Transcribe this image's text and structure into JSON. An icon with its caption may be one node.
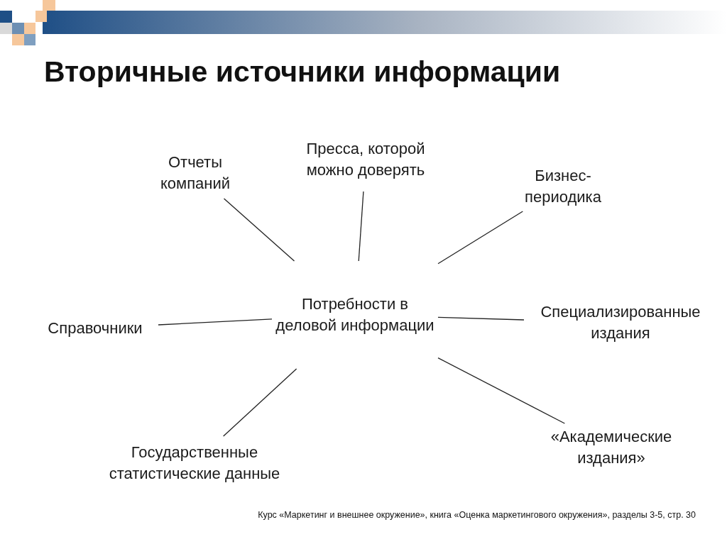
{
  "diagram": {
    "title": "Вторичные источники информации",
    "caption": "Курс «Маркетинг и внешнее окружение», книга «Оценка маркетингового окружения», разделы 3-5, стр. 30",
    "nodes": [
      {
        "text": [
          "Потребности в деловой информации"
        ]
      },
      {
        "text": [
          "Отчеты компаний"
        ]
      },
      {
        "text": [
          "Пресса, которой можно доверять"
        ]
      },
      {
        "text": [
          "Бизнес-периодика"
        ]
      },
      {
        "text": [
          "Справочники"
        ]
      },
      {
        "text": [
          "Специализированные издания"
        ]
      },
      {
        "text": [
          "Государственные статистические данные"
        ]
      },
      {
        "text": [
          "«Академические издания»"
        ]
      }
    ],
    "edges": [
      {
        "from": 0,
        "to": 1,
        "arrow": "none"
      },
      {
        "from": 0,
        "to": 2,
        "arrow": "none"
      },
      {
        "from": 0,
        "to": 3,
        "arrow": "none"
      },
      {
        "from": 0,
        "to": 4,
        "arrow": "none"
      },
      {
        "from": 0,
        "to": 5,
        "arrow": "none"
      },
      {
        "from": 0,
        "to": 6,
        "arrow": "none"
      },
      {
        "from": 0,
        "to": 7,
        "arrow": "none"
      }
    ]
  }
}
